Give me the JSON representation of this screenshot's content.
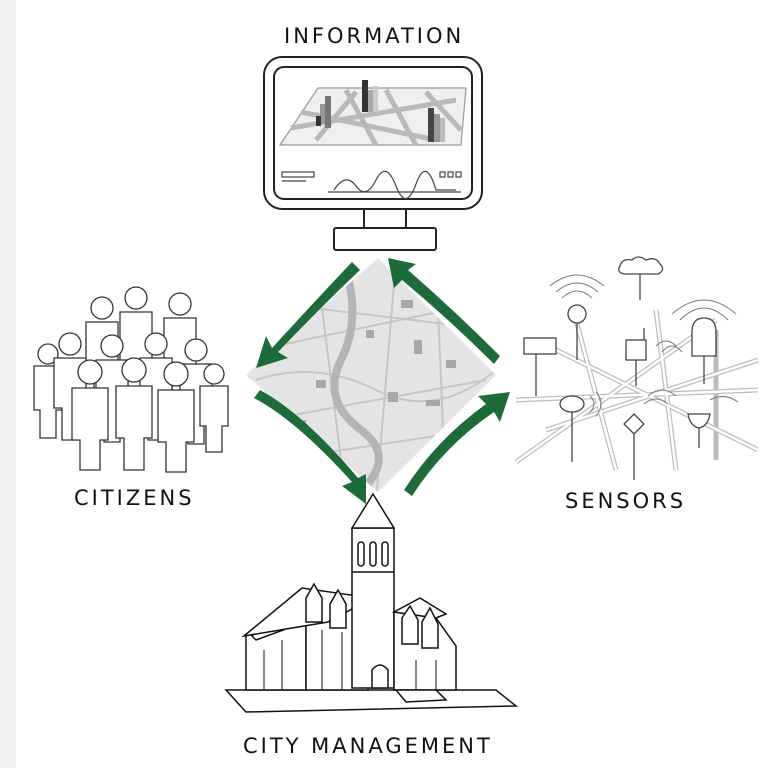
{
  "labels": {
    "information": "INFORMATION",
    "citizens": "CITIZENS",
    "sensors": "SENSORS",
    "city_management": "CITY MANAGEMENT"
  },
  "colors": {
    "arrow": "#1d6b3a",
    "arrow_dark": "#0f4a25",
    "map_base": "#d8d8d8",
    "line": "#222222"
  },
  "icons": {
    "information": "monitor-dashboard-icon",
    "citizens": "people-crowd-icon",
    "sensors": "sensor-network-icon",
    "city_management": "town-hall-icon",
    "center": "city-map"
  }
}
